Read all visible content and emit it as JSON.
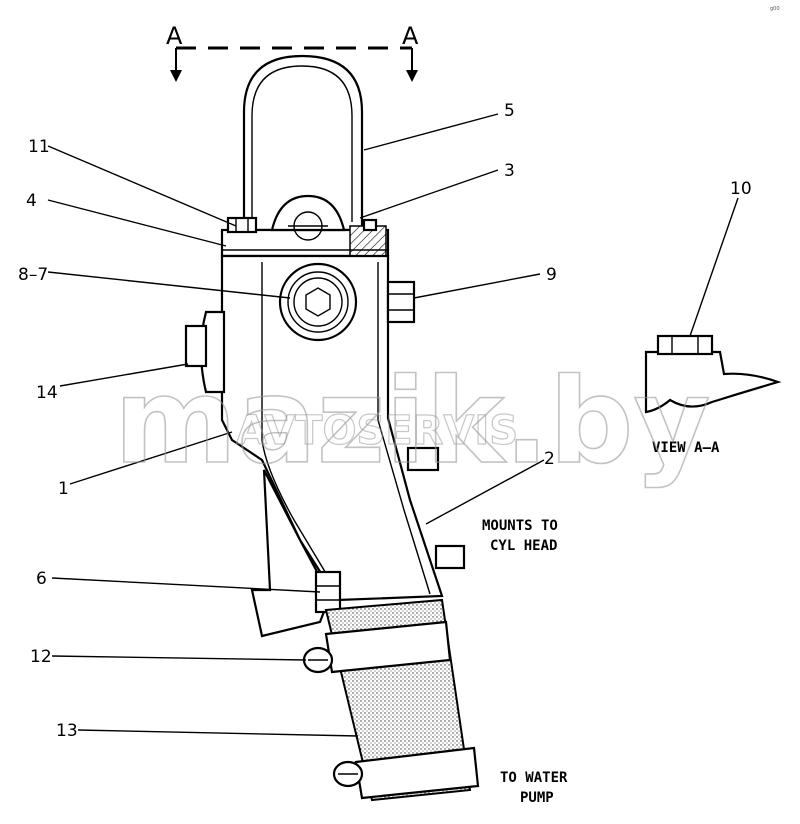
{
  "section_marks": {
    "left": "A",
    "right": "A"
  },
  "callouts": {
    "c1": "1",
    "c2": "2",
    "c3": "3",
    "c4": "4",
    "c5": "5",
    "c6": "6",
    "c87": "8–7",
    "c9": "9",
    "c10": "10",
    "c11": "11",
    "c12": "12",
    "c13": "13",
    "c14": "14"
  },
  "notes": {
    "view": "VIEW A–A",
    "mounts_line1": "MOUNTS TO",
    "mounts_line2": "CYL HEAD",
    "pump_line1": "TO WATER",
    "pump_line2": "PUMP"
  },
  "watermark": {
    "main": "mazik.by",
    "sub": "AVTOSERVIS"
  },
  "stamp": "g00"
}
